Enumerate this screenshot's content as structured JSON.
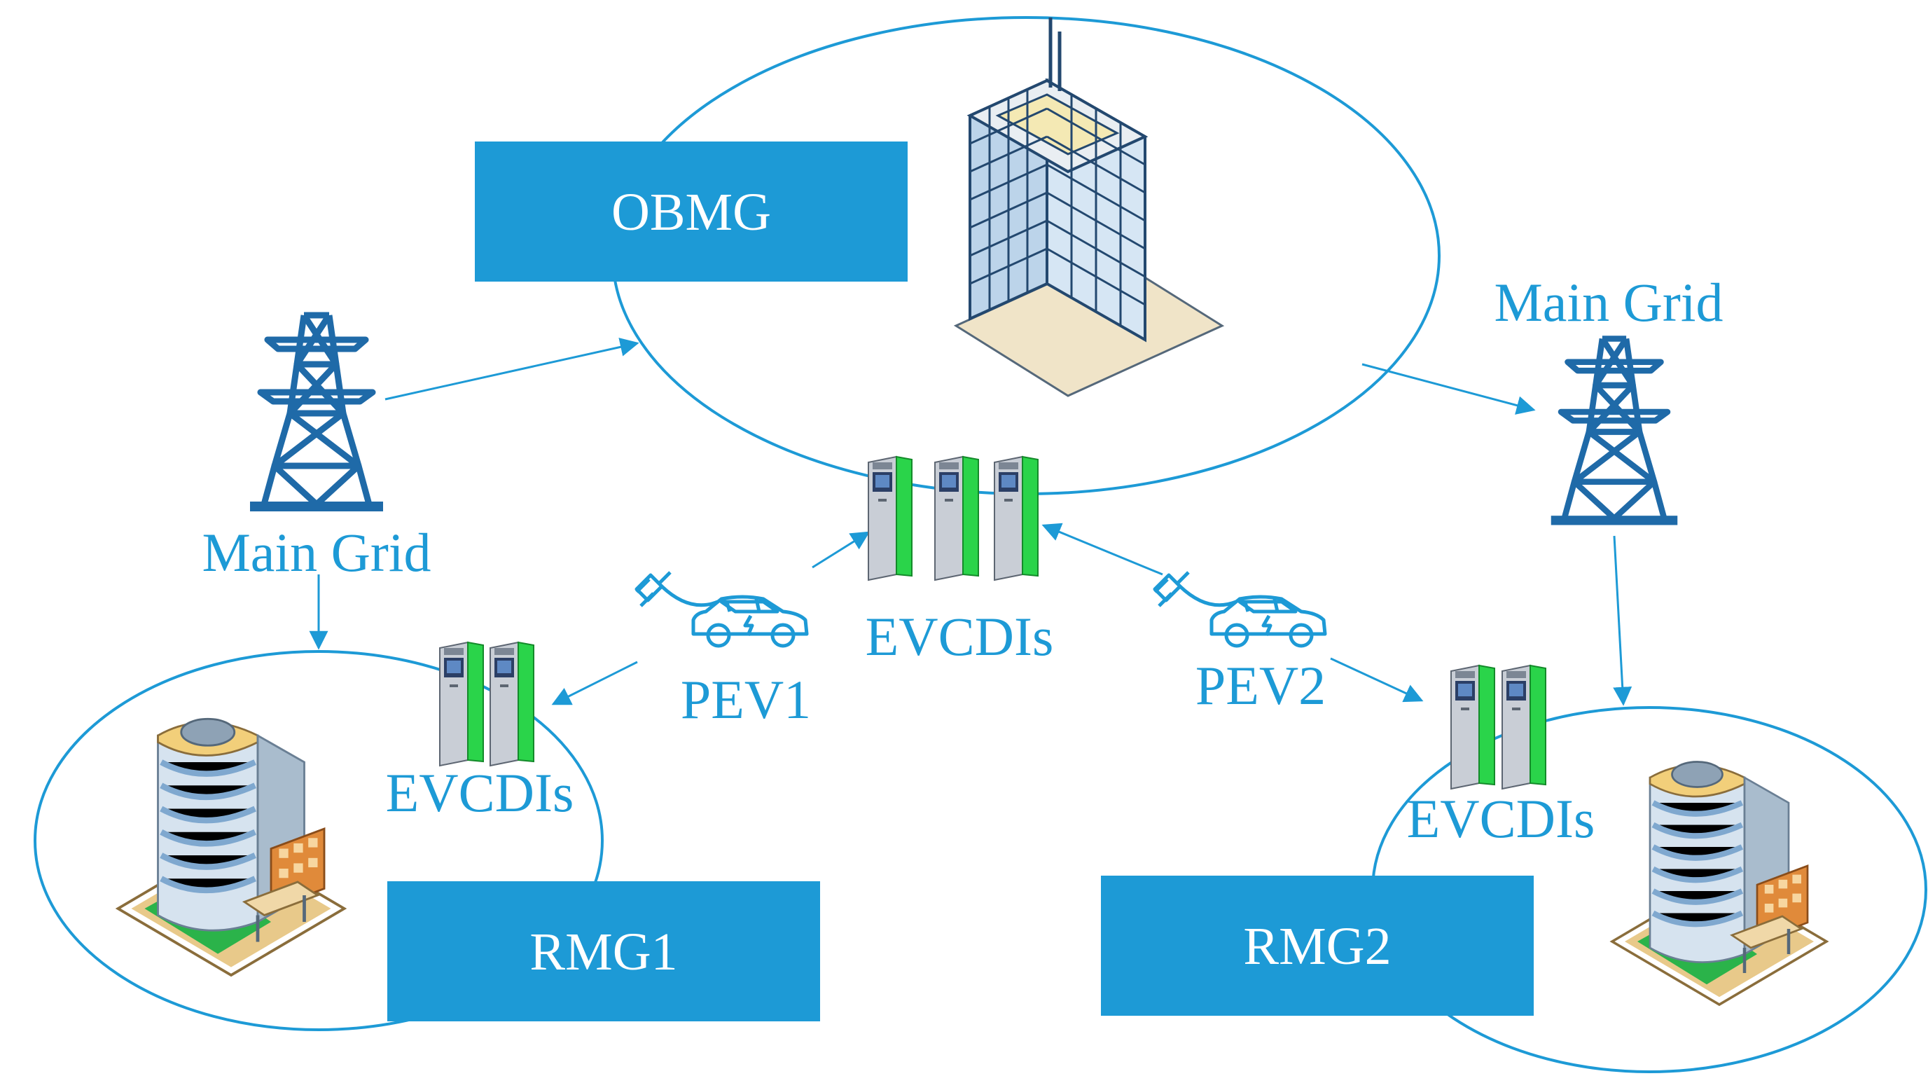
{
  "colors": {
    "accent": "#1d9ad6",
    "label": "#1d9ad6",
    "box_text": "#ffffff",
    "charger_green": "#2ad44a",
    "tower": "#1f6aa8"
  },
  "boxes": {
    "obmg": "OBMG",
    "rmg1": "RMG1",
    "rmg2": "RMG2"
  },
  "labels": {
    "main_grid_left": "Main Grid",
    "main_grid_right": "Main Grid",
    "evcdis_center": "EVCDIs",
    "evcdis_left": "EVCDIs",
    "evcdis_right": "EVCDIs",
    "pev1": "PEV1",
    "pev2": "PEV2"
  },
  "icons": {
    "tower": "transmission-tower-icon",
    "office": "office-building-icon",
    "residential": "residential-building-icon",
    "charger": "charging-station-icon",
    "ev": "electric-vehicle-icon",
    "plug": "plug-icon"
  }
}
